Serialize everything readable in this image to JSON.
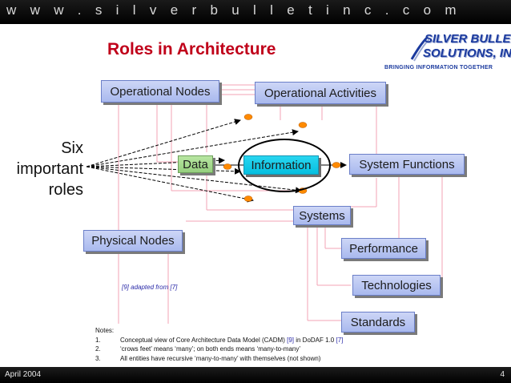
{
  "header": {
    "url": "w w w . s i l v e r b u l l e t i n c . c o m"
  },
  "slide": {
    "title": "Roles in Architecture",
    "side_label_lines": [
      "Six",
      "important",
      "roles"
    ],
    "adapted_note": "[9] adapted from [7]"
  },
  "logo": {
    "line1": "SILVER BULLET",
    "line2": "SOLUTIONS, INC.",
    "tagline": "BRINGING INFORMATION TOGETHER"
  },
  "diagram": {
    "nodes": {
      "operational_nodes": "Operational Nodes",
      "operational_activities": "Operational Activities",
      "data": "Data",
      "information": "Information",
      "system_functions": "System Functions",
      "systems": "Systems",
      "physical_nodes": "Physical Nodes",
      "performance": "Performance",
      "technologies": "Technologies",
      "standards": "Standards"
    },
    "colors": {
      "node_blue": "#b4c2f0",
      "node_green": "#a6da8f",
      "node_cyan": "#12c6e6",
      "link_pink": "#f3a3b4",
      "marker_orange": "#ff8a00"
    }
  },
  "notes": {
    "heading": "Notes:",
    "items": [
      {
        "num": "1.",
        "pre": "Conceptual view of Core Architecture Data Model (CADM) ",
        "ref1": "[9]",
        "mid": " in DoDAF 1.0 ",
        "ref2": "[7]"
      },
      {
        "num": "2.",
        "text": "‘crows feet’ means ‘many’; on both ends means ‘many-to-many’"
      },
      {
        "num": "3.",
        "text": "All entities have recursive ‘many-to-many’ with themselves (not shown)"
      }
    ]
  },
  "footer": {
    "date": "April 2004",
    "page": "4"
  }
}
